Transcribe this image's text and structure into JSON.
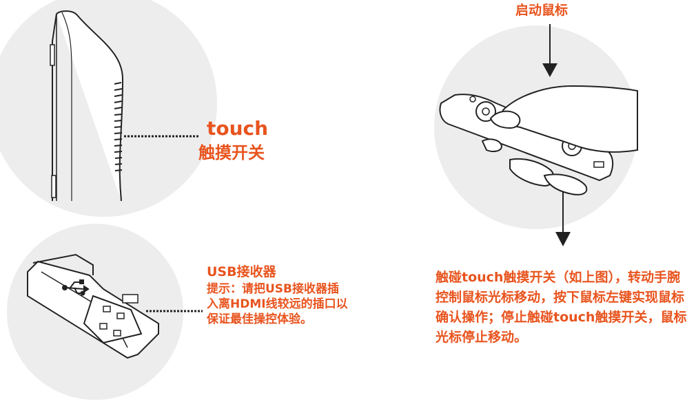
{
  "colors": {
    "accent": "#e8541e",
    "circle_bg": "#ededed",
    "line": "#222222"
  },
  "touch_switch": {
    "label_en": "touch",
    "label_cn": "触摸开关"
  },
  "usb_receiver": {
    "title": "USB接收器",
    "tip": "提示：请把USB接收器插入离HDMI线较远的插口以保证最佳操控体验。"
  },
  "start_mouse": {
    "label": "启动鼠标"
  },
  "instruction": {
    "text": "触碰touch触摸开关（如上图），转动手腕控制鼠标光标移动，按下鼠标左键实现鼠标确认操作；停止触碰touch触摸开关，鼠标光标停止移动。"
  },
  "icons": [
    "remote-side-view-icon",
    "usb-dongle-icon",
    "hand-holding-remote-icon",
    "arrow-down-icon",
    "usb-symbol-icon"
  ]
}
